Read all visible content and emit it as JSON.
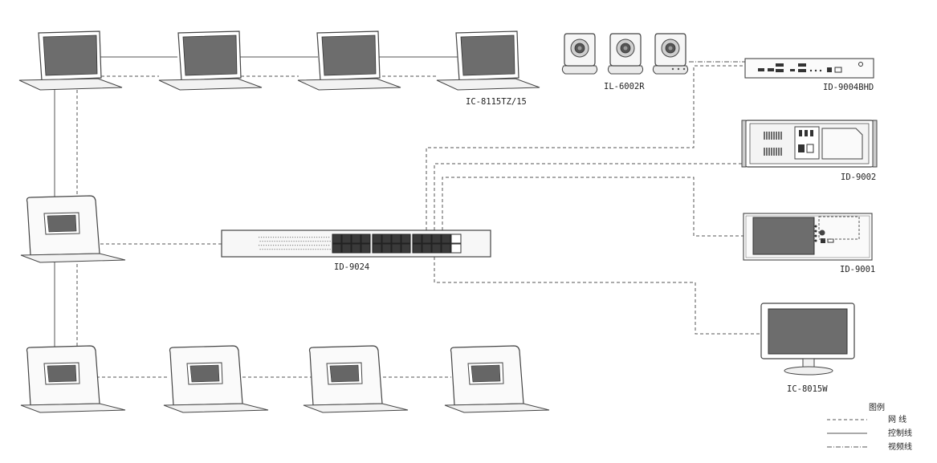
{
  "labels": {
    "conference_display": "IC-8115TZ/15",
    "camera": "IL-6002R",
    "video_processor": "ID-9004BHD",
    "server_9002": "ID-9002",
    "switch": "ID-9024",
    "server_9001": "ID-9001",
    "monitor": "IC-8015W"
  },
  "legend": {
    "title": "图例",
    "items": [
      {
        "label": "网  线",
        "style": "dashed"
      },
      {
        "label": "控制线",
        "style": "solid"
      },
      {
        "label": "视频线",
        "style": "dash-dot"
      }
    ]
  }
}
